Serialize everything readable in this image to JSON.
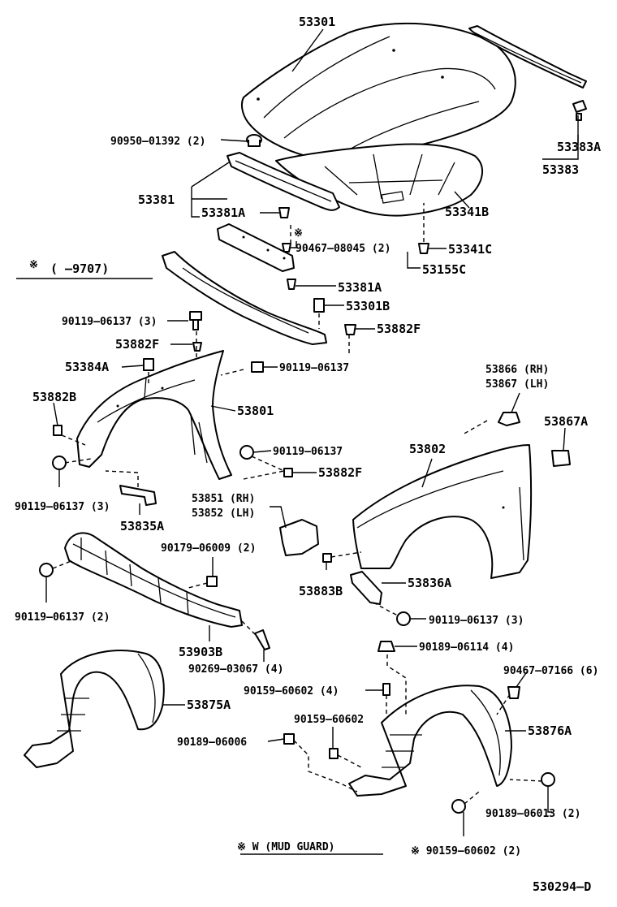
{
  "diagram_code": "530294–D",
  "legend": {
    "note_mark": "※",
    "note_range": "(        –9707)",
    "mud_guard_label": "※ W (MUD GUARD)"
  },
  "parts": {
    "p53301": "53301",
    "p53383A": "53383A",
    "p53383": "53383",
    "p90950_01392": "90950–01392 (2)",
    "p53381": "53381",
    "p53381A_top": "53381A",
    "p53341B": "53341B",
    "p90467_08045": "90467–08045 (2)",
    "p53341C": "53341C",
    "p53155C": "53155C",
    "p53381A_low": "53381A",
    "p53301B": "53301B",
    "p90119_06137_3_top": "90119–06137 (3)",
    "p53882F_left": "53882F",
    "p53882F_right": "53882F",
    "p53384A": "53384A",
    "p90119_06137_a": "90119–06137",
    "p53882B": "53882B",
    "p53801": "53801",
    "p53866": "53866 (RH)",
    "p53867": "53867 (LH)",
    "p53867A": "53867A",
    "p53802": "53802",
    "p90119_06137_b": "90119–06137",
    "p53882F_mid": "53882F",
    "p90119_06137_3_left": "90119–06137 (3)",
    "p53835A": "53835A",
    "p53851": "53851 (RH)",
    "p53852": "53852 (LH)",
    "p90179_06009": "90179–06009 (2)",
    "p53883B": "53883B",
    "p53836A": "53836A",
    "p90119_06137_2": "90119–06137 (2)",
    "p90119_06137_3_right": "90119–06137 (3)",
    "p53903B": "53903B",
    "p90269_03067": "90269–03067 (4)",
    "p90189_06114": "90189–06114 (4)",
    "p90467_07166": "90467–07166 (6)",
    "p90159_60602_4": "90159–60602 (4)",
    "p53875A": "53875A",
    "p90159_60602": "90159–60602",
    "p53876A": "53876A",
    "p90189_06006": "90189–06006",
    "p90189_06013": "90189–06013 (2)",
    "p90159_60602_2": "※ 90159–60602 (2)"
  }
}
